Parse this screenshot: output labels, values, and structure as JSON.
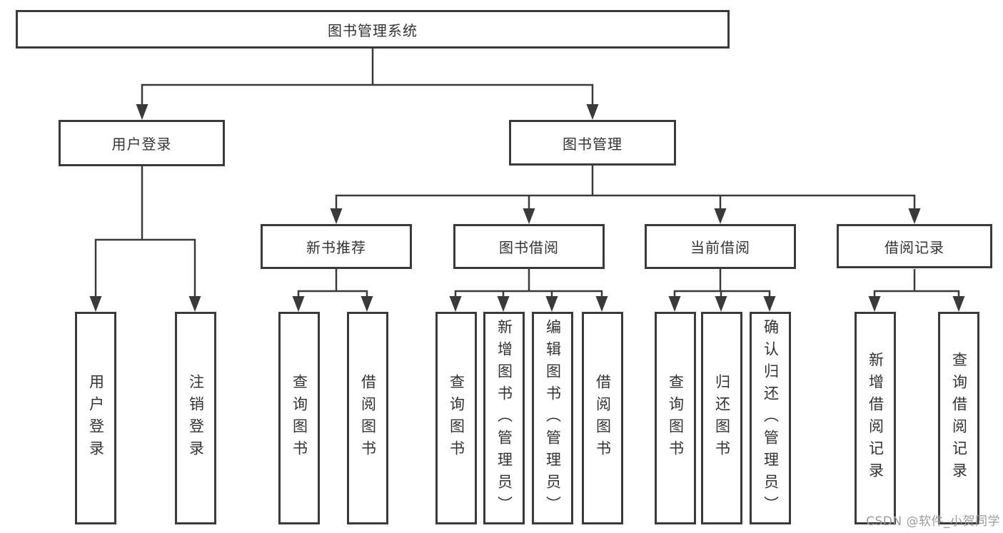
{
  "tree": {
    "root": "图书管理系统",
    "children": [
      {
        "label": "用户登录",
        "children": [
          "用户登录",
          "注销登录"
        ]
      },
      {
        "label": "图书管理",
        "children": [
          {
            "label": "新书推荐",
            "children": [
              "查询图书",
              "借阅图书"
            ]
          },
          {
            "label": "图书借阅",
            "children": [
              "查询图书",
              "新增图书（管理员）",
              "编辑图书（管理员）",
              "借阅图书"
            ]
          },
          {
            "label": "当前借阅",
            "children": [
              "查询图书",
              "归还图书",
              "确认归还（管理员）"
            ]
          },
          {
            "label": "借阅记录",
            "children": [
              "新增借阅记录",
              "查询借阅记录"
            ]
          }
        ]
      }
    ]
  },
  "watermark": {
    "text": "CSDN @软件_小贺同学"
  },
  "colors": {
    "line": "#3a3a3a",
    "box_border": "#3a3a3a",
    "text": "#333333",
    "background": "#ffffff",
    "watermark": "#9b9b9b"
  }
}
